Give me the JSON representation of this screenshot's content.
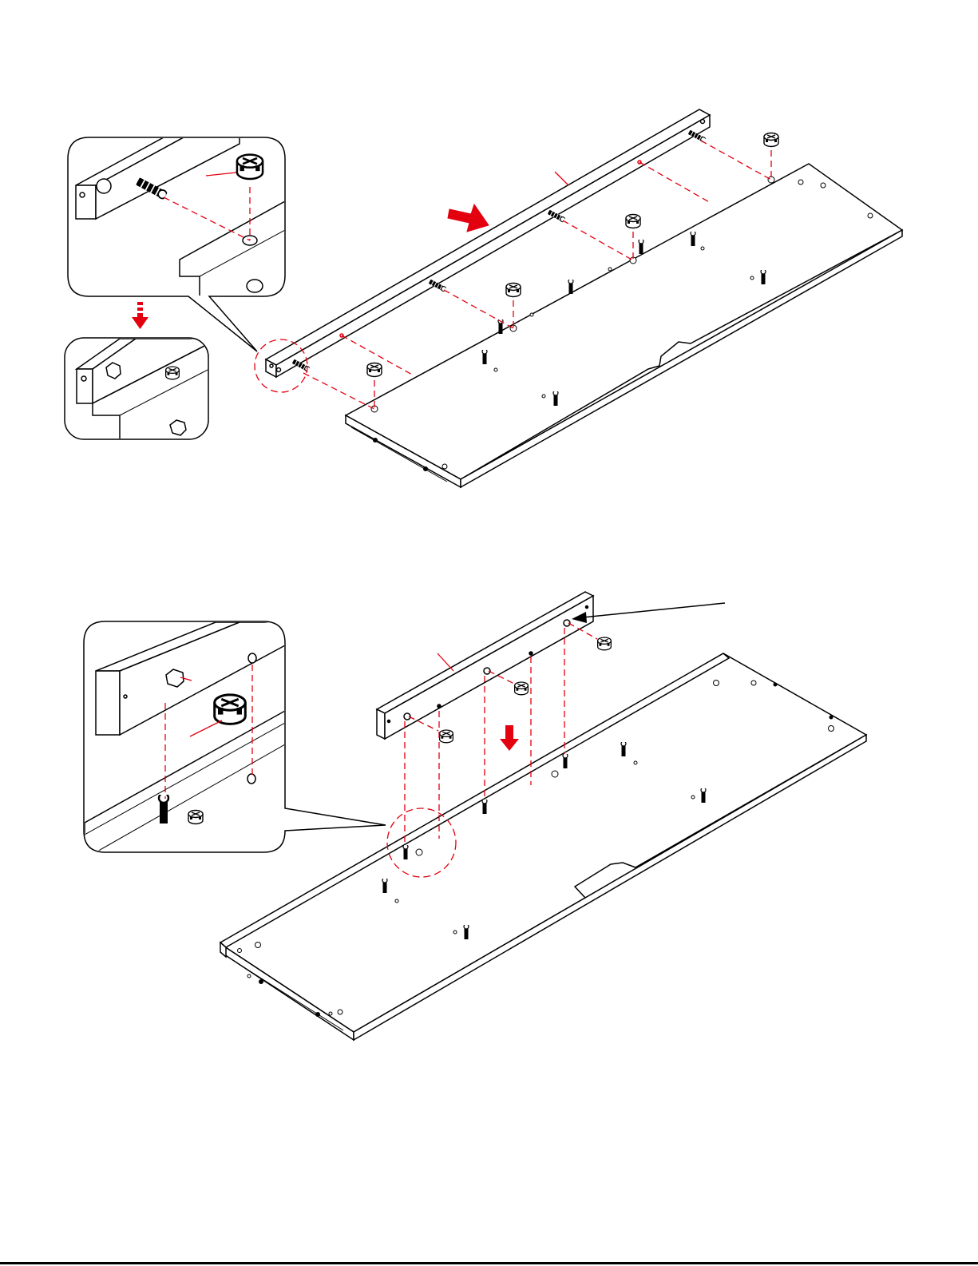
{
  "colors": {
    "ink": "#000000",
    "guide": "#e3000f",
    "paper": "#ffffff",
    "fill": "#ffffff"
  },
  "steps": [
    {
      "id": "step-1",
      "arrow_direction": "down-right",
      "detail_count": 2
    },
    {
      "id": "step-2",
      "arrow_direction": "down",
      "detail_count": 1
    }
  ],
  "icons": [
    "cam-lock-icon",
    "cam-bolt-icon",
    "wood-dowel-icon",
    "direction-arrow-icon",
    "callout-arrow-icon"
  ]
}
